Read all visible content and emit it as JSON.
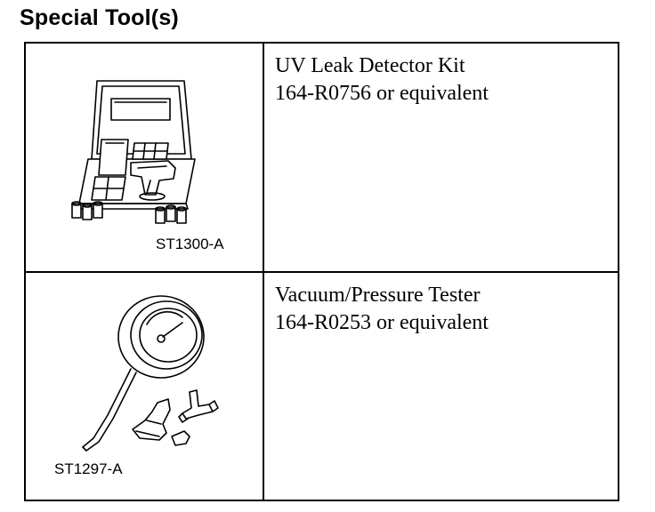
{
  "heading": "Special Tool(s)",
  "tools": [
    {
      "code": "ST1300-A",
      "name": "UV Leak Detector Kit",
      "part": "164-R0756 or equivalent",
      "icon": "uv-leak-detector-kit-illustration"
    },
    {
      "code": "ST1297-A",
      "name": "Vacuum/Pressure Tester",
      "part": "164-R0253 or equivalent",
      "icon": "vacuum-pressure-tester-illustration"
    }
  ]
}
